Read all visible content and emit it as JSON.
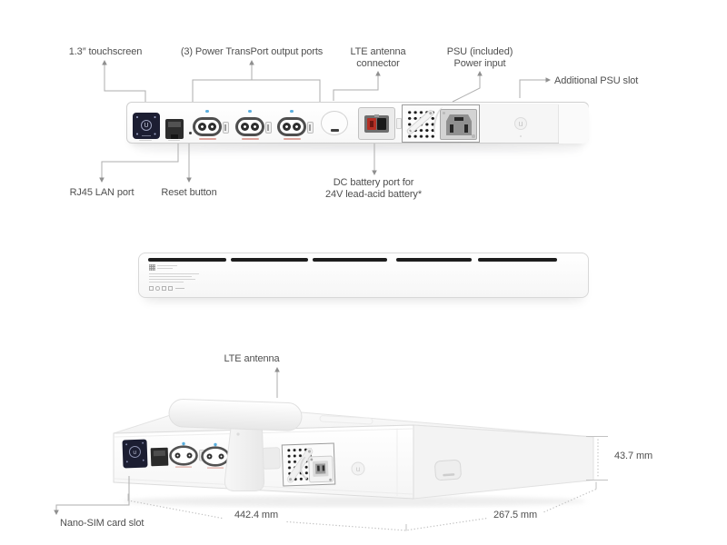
{
  "product": {
    "brand_glyph": "U",
    "brand_glyph_small": "u"
  },
  "rear_panel_view": {
    "callouts": {
      "touchscreen": "1.3″ touchscreen",
      "output_ports": "(3) Power TransPort output ports",
      "lte_connector": [
        "LTE antenna",
        "connector"
      ],
      "psu_input": [
        "PSU (included)",
        "Power input"
      ],
      "additional_psu": "Additional PSU slot",
      "rj45": "RJ45 LAN port",
      "reset": "Reset button",
      "dc_battery": [
        "DC battery port for",
        "24V lead-acid battery*"
      ]
    }
  },
  "perspective_view": {
    "callouts": {
      "lte_antenna": "LTE antenna",
      "nano_sim": "Nano-SIM card slot"
    },
    "dimensions": {
      "width": "442.4 mm",
      "depth": "267.5 mm",
      "height": "43.7 mm"
    }
  },
  "colors": {
    "label_text": "#4f4f4f",
    "callout_line": "#adadad",
    "led_blue": "#5caede",
    "battery_red": "#b52f24",
    "screen_dark": "#1c1e32",
    "vent_slot_dark": "#1d1d1d",
    "device_white": "#ffffff"
  }
}
